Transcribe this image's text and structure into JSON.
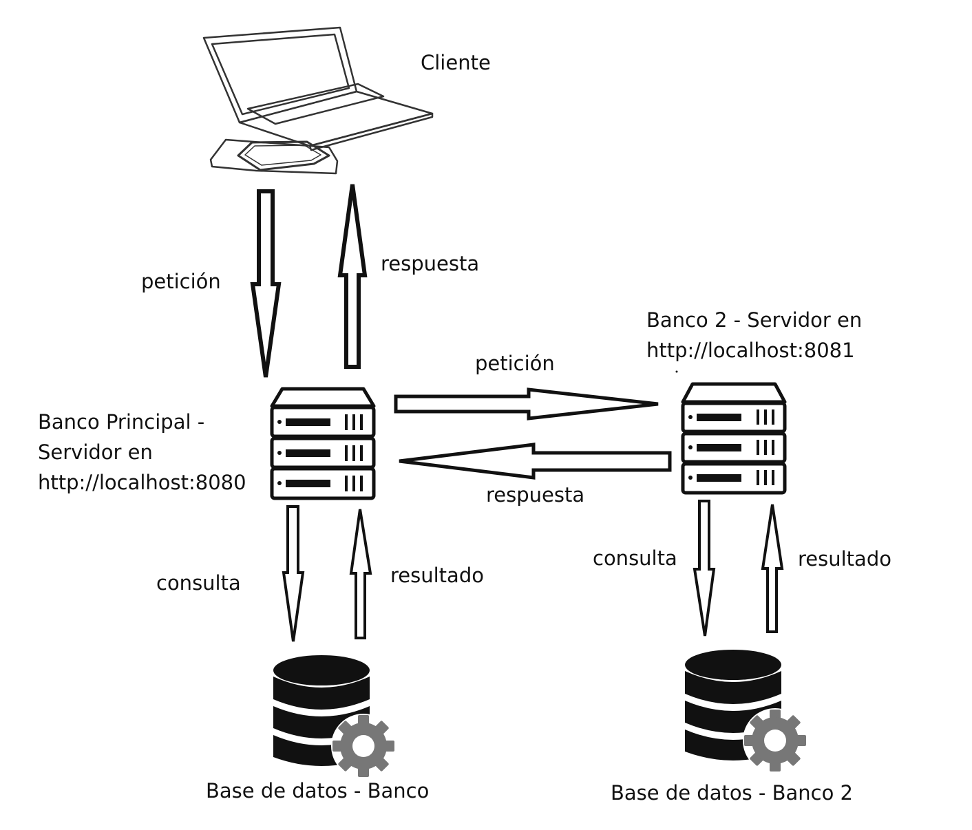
{
  "client": {
    "label": "Cliente",
    "icon": "laptop-with-phone-icon"
  },
  "main_bank": {
    "label_line1": "Banco Principal -",
    "label_line2": "Servidor en",
    "label_line3": "http://localhost:8080",
    "icon": "server-rack-icon"
  },
  "bank2": {
    "label_line1": "Banco 2 - Servidor en",
    "label_line2": "http://localhost:8081",
    "icon": "server-rack-icon"
  },
  "db_main": {
    "label": "Base de datos - Banco",
    "icon": "database-gear-icon"
  },
  "db_bank2": {
    "label": "Base de datos - Banco 2",
    "icon": "database-gear-icon"
  },
  "arrows": {
    "client_request": "petición",
    "client_response": "respuesta",
    "bank2_request": "petición",
    "bank2_response": "respuesta",
    "main_query": "consulta",
    "main_result": "resultado",
    "bank2_query": "consulta",
    "bank2_result": "resultado"
  },
  "colors": {
    "stroke": "#111111",
    "gear": "#7a7a7a",
    "background": "#ffffff"
  }
}
